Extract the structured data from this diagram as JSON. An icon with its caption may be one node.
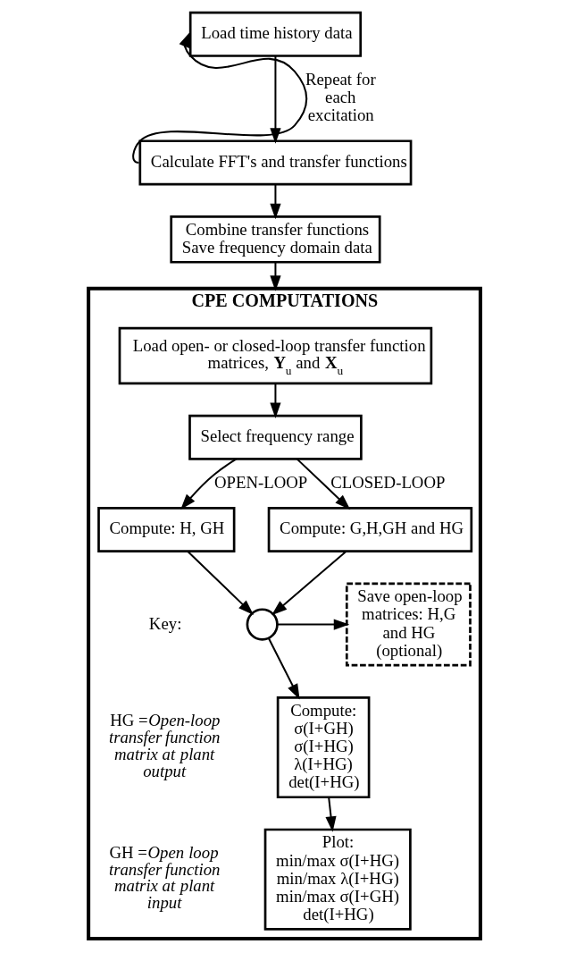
{
  "diagram": {
    "nodes": [
      {
        "text": [
          "Load time history data"
        ]
      },
      {
        "text": [
          "Calculate FFT's and transfer functions"
        ]
      },
      {
        "text": [
          "Combine transfer functions",
          "Save frequency domain data"
        ]
      },
      {
        "text": [
          "CPE COMPUTATIONS"
        ]
      },
      {
        "text": [
          "Load open- or closed-loop transfer function matrices, **Y**$_{u}$ and **X**$_{u}$"
        ],
        "in": 3
      },
      {
        "text": [
          "Select frequency range"
        ],
        "in": 3
      },
      {
        "text": [
          "Compute: H, GH"
        ],
        "in": 3
      },
      {
        "text": [
          "Compute: G,H,GH and HG"
        ],
        "in": 3
      },
      {
        "text": [],
        "shape": "circle",
        "in": 3
      },
      {
        "text": [
          "Save open-loop matrices: H,G and HG (optional)"
        ],
        "in": 3
      },
      {
        "text": [
          "Compute:",
          "σ(I+GH)",
          "σ(I+HG)",
          "λ(I+HG)",
          "det(I+HG)"
        ],
        "in": 3
      },
      {
        "text": [
          "Plot:",
          "min/max σ(I+HG)",
          "min/max λ(I+HG)",
          "min/max σ(I+GH)",
          "det(I+HG)"
        ],
        "in": 3
      }
    ],
    "edges": [
      {
        "from": 0,
        "to": 1,
        "arrow": "to"
      },
      {
        "from": 1,
        "to": 0,
        "arrow": "to",
        "label": "Repeat for each excitation"
      },
      {
        "from": 1,
        "to": 2,
        "arrow": "to"
      },
      {
        "from": 2,
        "to": 3,
        "arrow": "to"
      },
      {
        "from": 4,
        "to": 5,
        "arrow": "to"
      },
      {
        "from": 5,
        "to": 6,
        "arrow": "to",
        "label": "OPEN-LOOP"
      },
      {
        "from": 5,
        "to": 7,
        "arrow": "to",
        "label": "CLOSED-LOOP"
      },
      {
        "from": 6,
        "to": 8,
        "arrow": "to"
      },
      {
        "from": 7,
        "to": 8,
        "arrow": "to"
      },
      {
        "from": 8,
        "to": 9,
        "arrow": "to"
      },
      {
        "from": 8,
        "to": 10,
        "arrow": "to"
      },
      {
        "from": 10,
        "to": 11,
        "arrow": "to"
      }
    ],
    "labels": [
      "Key:",
      "HG =*Open-loop transfer function matrix at plant output*",
      "GH =*Open loop transfer function matrix at plant input*"
    ]
  }
}
